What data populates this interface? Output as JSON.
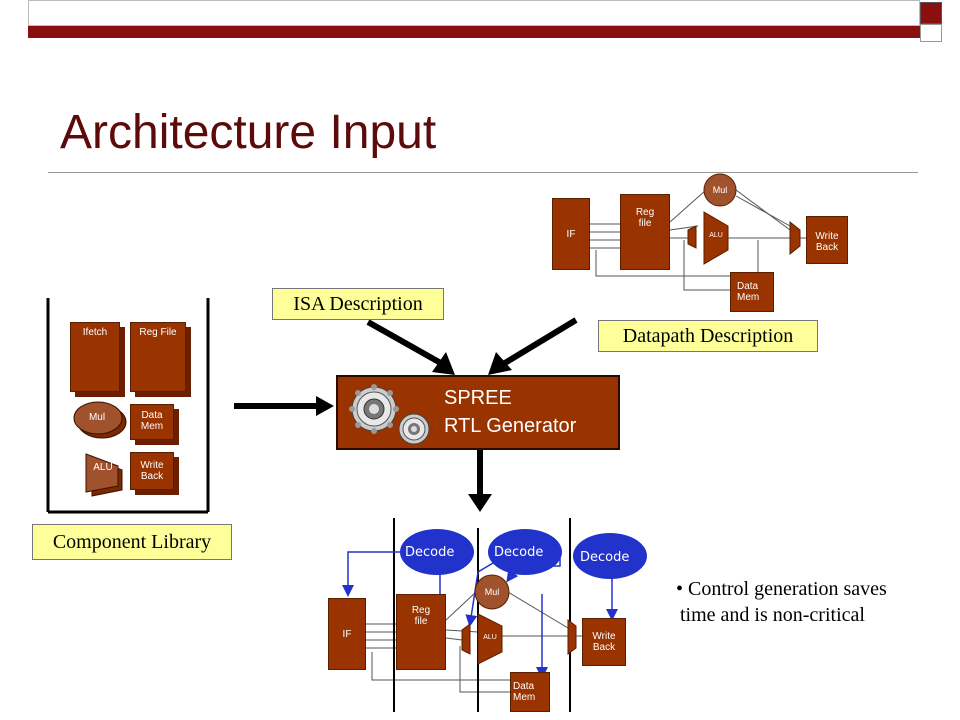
{
  "slide": {
    "title": "Architecture Input",
    "colors": {
      "accent": "#993300",
      "title": "#5c0a0a",
      "callout_fill": "#ffff99",
      "decode_oval": "#2233cc",
      "header_bar": "#8a0f0f"
    }
  },
  "callouts": {
    "isa": "ISA Description",
    "datapath": "Datapath Description",
    "library": "Component Library"
  },
  "generator": {
    "line1": "SPREE",
    "line2": "RTL Generator",
    "icon": "gears-icon"
  },
  "library": {
    "ifetch": "Ifetch",
    "regfile": "Reg File",
    "mul": "Mul",
    "datamem": "Data Mem",
    "alu": "ALU",
    "writeback": "Write Back"
  },
  "datapath_top": {
    "if": "IF",
    "regfile": "Reg file",
    "mul": "Mul",
    "alu": "ALU",
    "datamem": "Data Mem",
    "writeback": "Write Back"
  },
  "datapath_bottom": {
    "if": "IF",
    "regfile": "Reg file",
    "mul": "Mul",
    "alu": "ALU",
    "datamem": "Data Mem",
    "writeback": "Write Back",
    "decode1": "Decode",
    "decode2": "Decode",
    "decode3": "Decode"
  },
  "bullet": {
    "line1": "• Control generation saves",
    "line2": "time and is non-critical"
  }
}
